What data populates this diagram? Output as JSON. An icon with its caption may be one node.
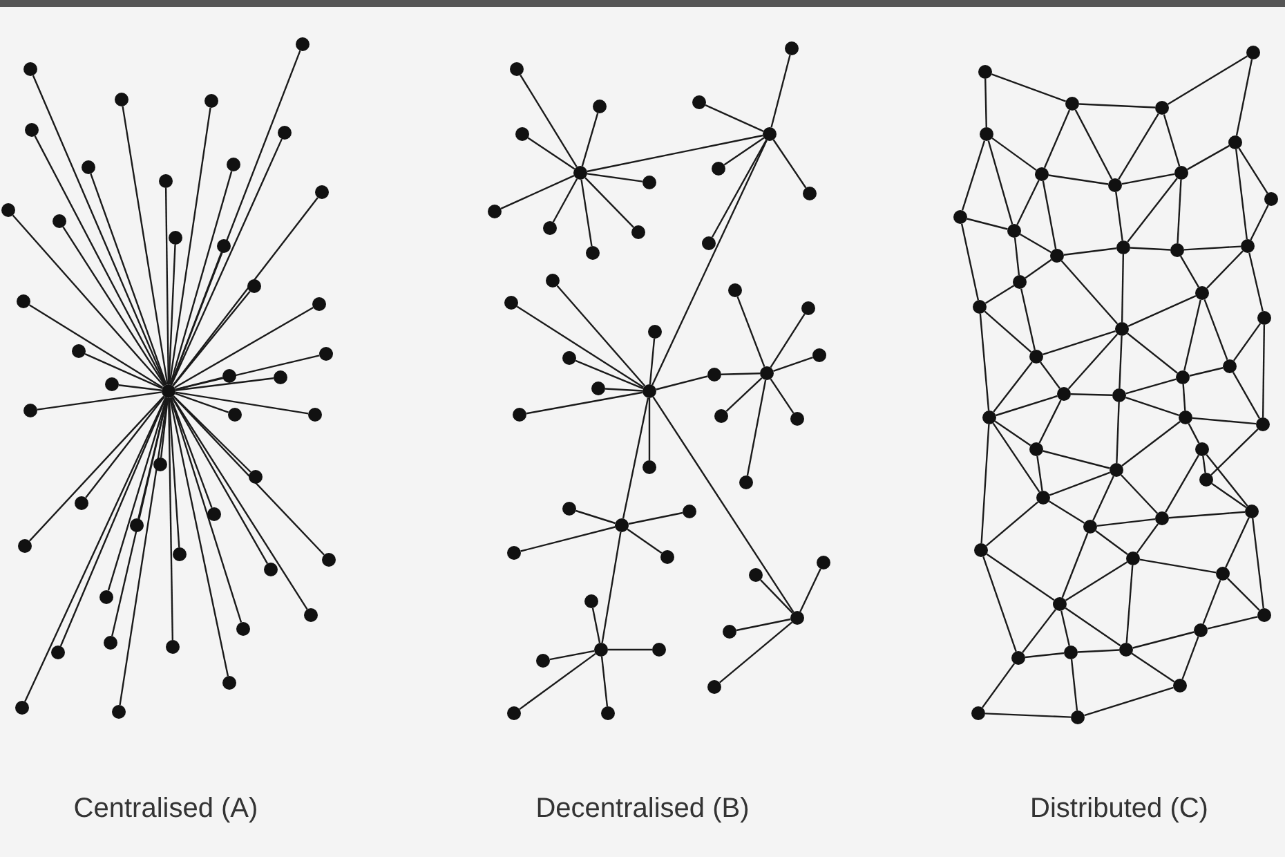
{
  "diagram": {
    "nodes": [
      {
        "text": [],
        "shape": "circle"
      },
      {
        "text": [],
        "shape": "circle"
      },
      {
        "text": [],
        "shape": "circle"
      },
      {
        "text": [],
        "shape": "circle"
      },
      {
        "text": [],
        "shape": "circle"
      },
      {
        "text": [],
        "shape": "circle"
      },
      {
        "text": [],
        "shape": "circle"
      },
      {
        "text": [],
        "shape": "circle"
      },
      {
        "text": [],
        "shape": "circle"
      },
      {
        "text": [],
        "shape": "circle"
      },
      {
        "text": [],
        "shape": "circle"
      },
      {
        "text": [],
        "shape": "circle"
      },
      {
        "text": [],
        "shape": "circle"
      },
      {
        "text": [],
        "shape": "circle"
      },
      {
        "text": [],
        "shape": "circle"
      },
      {
        "text": [],
        "shape": "circle"
      },
      {
        "text": [],
        "shape": "circle"
      },
      {
        "text": [],
        "shape": "circle"
      },
      {
        "text": [],
        "shape": "circle"
      },
      {
        "text": [],
        "shape": "circle"
      },
      {
        "text": [],
        "shape": "circle"
      },
      {
        "text": [],
        "shape": "circle"
      },
      {
        "text": [],
        "shape": "circle"
      },
      {
        "text": [],
        "shape": "circle"
      },
      {
        "text": [],
        "shape": "circle"
      },
      {
        "text": [],
        "shape": "circle"
      },
      {
        "text": [],
        "shape": "circle"
      },
      {
        "text": [],
        "shape": "circle"
      },
      {
        "text": [],
        "shape": "circle"
      },
      {
        "text": [],
        "shape": "circle"
      },
      {
        "text": [],
        "shape": "circle"
      },
      {
        "text": [],
        "shape": "circle"
      },
      {
        "text": [],
        "shape": "circle"
      },
      {
        "text": [],
        "shape": "circle"
      },
      {
        "text": [],
        "shape": "circle"
      },
      {
        "text": [],
        "shape": "circle"
      },
      {
        "text": [],
        "shape": "circle"
      },
      {
        "text": [],
        "shape": "circle"
      },
      {
        "text": [],
        "shape": "circle"
      },
      {
        "text": [],
        "shape": "circle"
      },
      {
        "text": [],
        "shape": "circle"
      },
      {
        "text": [],
        "shape": "circle"
      },
      {
        "text": [],
        "shape": "circle"
      },
      {
        "text": [],
        "shape": "circle"
      },
      {
        "text": [],
        "shape": "circle"
      },
      {
        "text": [],
        "shape": "circle"
      },
      {
        "text": [],
        "shape": "circle"
      },
      {
        "text": [],
        "shape": "circle"
      },
      {
        "text": [],
        "shape": "circle"
      },
      {
        "text": [],
        "shape": "circle"
      },
      {
        "text": [],
        "shape": "circle"
      },
      {
        "text": [],
        "shape": "circle"
      },
      {
        "text": [],
        "shape": "circle"
      },
      {
        "text": [],
        "shape": "circle"
      },
      {
        "text": [],
        "shape": "circle"
      },
      {
        "text": [],
        "shape": "circle"
      },
      {
        "text": [],
        "shape": "circle"
      },
      {
        "text": [],
        "shape": "circle"
      },
      {
        "text": [],
        "shape": "circle"
      },
      {
        "text": [],
        "shape": "circle"
      },
      {
        "text": [],
        "shape": "circle"
      },
      {
        "text": [],
        "shape": "circle"
      },
      {
        "text": [],
        "shape": "circle"
      },
      {
        "text": [],
        "shape": "circle"
      },
      {
        "text": [],
        "shape": "circle"
      },
      {
        "text": [],
        "shape": "circle"
      },
      {
        "text": [],
        "shape": "circle"
      },
      {
        "text": [],
        "shape": "circle"
      },
      {
        "text": [],
        "shape": "circle"
      },
      {
        "text": [],
        "shape": "circle"
      },
      {
        "text": [],
        "shape": "circle"
      },
      {
        "text": [],
        "shape": "circle"
      },
      {
        "text": [],
        "shape": "circle"
      },
      {
        "text": [],
        "shape": "circle"
      },
      {
        "text": [],
        "shape": "circle"
      },
      {
        "text": [],
        "shape": "circle"
      },
      {
        "text": [],
        "shape": "circle"
      },
      {
        "text": [],
        "shape": "circle"
      },
      {
        "text": [],
        "shape": "circle"
      },
      {
        "text": [],
        "shape": "circle"
      },
      {
        "text": [],
        "shape": "circle"
      },
      {
        "text": [],
        "shape": "circle"
      },
      {
        "text": [],
        "shape": "circle"
      },
      {
        "text": [],
        "shape": "circle"
      },
      {
        "text": [],
        "shape": "circle"
      },
      {
        "text": [],
        "shape": "circle"
      },
      {
        "text": [],
        "shape": "circle"
      },
      {
        "text": [],
        "shape": "circle"
      },
      {
        "text": [],
        "shape": "circle"
      },
      {
        "text": [],
        "shape": "circle"
      },
      {
        "text": [],
        "shape": "circle"
      },
      {
        "text": [],
        "shape": "circle"
      },
      {
        "text": [],
        "shape": "circle"
      },
      {
        "text": [],
        "shape": "circle"
      },
      {
        "text": [],
        "shape": "circle"
      },
      {
        "text": [],
        "shape": "circle"
      },
      {
        "text": [],
        "shape": "circle"
      },
      {
        "text": [],
        "shape": "circle"
      },
      {
        "text": [],
        "shape": "circle"
      },
      {
        "text": [],
        "shape": "circle"
      },
      {
        "text": [],
        "shape": "circle"
      },
      {
        "text": [],
        "shape": "circle"
      },
      {
        "text": [],
        "shape": "circle"
      },
      {
        "text": [],
        "shape": "circle"
      },
      {
        "text": [],
        "shape": "circle"
      },
      {
        "text": [],
        "shape": "circle"
      },
      {
        "text": [],
        "shape": "circle"
      },
      {
        "text": [],
        "shape": "circle"
      },
      {
        "text": [],
        "shape": "circle"
      },
      {
        "text": [],
        "shape": "circle"
      },
      {
        "text": [],
        "shape": "circle"
      },
      {
        "text": [],
        "shape": "circle"
      },
      {
        "text": [],
        "shape": "circle"
      },
      {
        "text": [],
        "shape": "circle"
      },
      {
        "text": [],
        "shape": "circle"
      },
      {
        "text": [],
        "shape": "circle"
      },
      {
        "text": [],
        "shape": "circle"
      },
      {
        "text": [],
        "shape": "circle"
      },
      {
        "text": [],
        "shape": "circle"
      },
      {
        "text": [],
        "shape": "circle"
      },
      {
        "text": [],
        "shape": "circle"
      },
      {
        "text": [],
        "shape": "circle"
      },
      {
        "text": [],
        "shape": "circle"
      },
      {
        "text": [],
        "shape": "circle"
      },
      {
        "text": [],
        "shape": "circle"
      },
      {
        "text": [],
        "shape": "circle"
      },
      {
        "text": [],
        "shape": "circle"
      },
      {
        "text": [],
        "shape": "circle"
      },
      {
        "text": [],
        "shape": "circle"
      },
      {
        "text": [],
        "shape": "circle"
      },
      {
        "text": [],
        "shape": "circle"
      },
      {
        "text": [],
        "shape": "circle"
      },
      {
        "text": [],
        "shape": "circle"
      },
      {
        "text": [],
        "shape": "circle"
      },
      {
        "text": [],
        "shape": "circle"
      },
      {
        "text": [],
        "shape": "circle"
      },
      {
        "text": [],
        "shape": "circle"
      },
      {
        "text": [],
        "shape": "circle"
      },
      {
        "text": [],
        "shape": "circle"
      },
      {
        "text": [],
        "shape": "circle"
      }
    ],
    "edges": [
      {
        "from": 0,
        "to": 1,
        "arrow": "none"
      },
      {
        "from": 0,
        "to": 2,
        "arrow": "none"
      },
      {
        "from": 0,
        "to": 3,
        "arrow": "none"
      },
      {
        "from": 0,
        "to": 4,
        "arrow": "none"
      },
      {
        "from": 0,
        "to": 5,
        "arrow": "none"
      },
      {
        "from": 0,
        "to": 6,
        "arrow": "none"
      },
      {
        "from": 0,
        "to": 7,
        "arrow": "none"
      },
      {
        "from": 0,
        "to": 8,
        "arrow": "none"
      },
      {
        "from": 0,
        "to": 9,
        "arrow": "none"
      },
      {
        "from": 0,
        "to": 10,
        "arrow": "none"
      },
      {
        "from": 0,
        "to": 11,
        "arrow": "none"
      },
      {
        "from": 0,
        "to": 12,
        "arrow": "none"
      },
      {
        "from": 0,
        "to": 13,
        "arrow": "none"
      },
      {
        "from": 0,
        "to": 14,
        "arrow": "none"
      },
      {
        "from": 0,
        "to": 15,
        "arrow": "none"
      },
      {
        "from": 0,
        "to": 16,
        "arrow": "none"
      },
      {
        "from": 0,
        "to": 17,
        "arrow": "none"
      },
      {
        "from": 0,
        "to": 18,
        "arrow": "none"
      },
      {
        "from": 0,
        "to": 19,
        "arrow": "none"
      },
      {
        "from": 0,
        "to": 20,
        "arrow": "none"
      },
      {
        "from": 0,
        "to": 21,
        "arrow": "none"
      },
      {
        "from": 0,
        "to": 22,
        "arrow": "none"
      },
      {
        "from": 0,
        "to": 23,
        "arrow": "none"
      },
      {
        "from": 0,
        "to": 24,
        "arrow": "none"
      },
      {
        "from": 0,
        "to": 25,
        "arrow": "none"
      },
      {
        "from": 0,
        "to": 26,
        "arrow": "none"
      },
      {
        "from": 0,
        "to": 27,
        "arrow": "none"
      },
      {
        "from": 0,
        "to": 28,
        "arrow": "none"
      },
      {
        "from": 0,
        "to": 29,
        "arrow": "none"
      },
      {
        "from": 0,
        "to": 30,
        "arrow": "none"
      },
      {
        "from": 0,
        "to": 31,
        "arrow": "none"
      },
      {
        "from": 0,
        "to": 32,
        "arrow": "none"
      },
      {
        "from": 0,
        "to": 33,
        "arrow": "none"
      },
      {
        "from": 0,
        "to": 34,
        "arrow": "none"
      },
      {
        "from": 0,
        "to": 35,
        "arrow": "none"
      },
      {
        "from": 0,
        "to": 36,
        "arrow": "none"
      },
      {
        "from": 0,
        "to": 37,
        "arrow": "none"
      },
      {
        "from": 0,
        "to": 38,
        "arrow": "none"
      },
      {
        "from": 0,
        "to": 39,
        "arrow": "none"
      },
      {
        "from": 0,
        "to": 40,
        "arrow": "none"
      },
      {
        "from": 0,
        "to": 41,
        "arrow": "none"
      },
      {
        "from": 0,
        "to": 42,
        "arrow": "none"
      },
      {
        "from": 0,
        "to": 43,
        "arrow": "none"
      },
      {
        "from": 44,
        "to": 45,
        "arrow": "none"
      },
      {
        "from": 45,
        "to": 46,
        "arrow": "none"
      },
      {
        "from": 46,
        "to": 74,
        "arrow": "none"
      },
      {
        "from": 74,
        "to": 47,
        "arrow": "none"
      },
      {
        "from": 46,
        "to": 48,
        "arrow": "none"
      },
      {
        "from": 48,
        "to": 49,
        "arrow": "none"
      },
      {
        "from": 46,
        "to": 50,
        "arrow": "none"
      },
      {
        "from": 44,
        "to": 51,
        "arrow": "none"
      },
      {
        "from": 44,
        "to": 52,
        "arrow": "none"
      },
      {
        "from": 44,
        "to": 53,
        "arrow": "none"
      },
      {
        "from": 44,
        "to": 54,
        "arrow": "none"
      },
      {
        "from": 44,
        "to": 55,
        "arrow": "none"
      },
      {
        "from": 44,
        "to": 56,
        "arrow": "none"
      },
      {
        "from": 44,
        "to": 57,
        "arrow": "none"
      },
      {
        "from": 44,
        "to": 58,
        "arrow": "none"
      },
      {
        "from": 45,
        "to": 59,
        "arrow": "none"
      },
      {
        "from": 45,
        "to": 60,
        "arrow": "none"
      },
      {
        "from": 45,
        "to": 61,
        "arrow": "none"
      },
      {
        "from": 45,
        "to": 62,
        "arrow": "none"
      },
      {
        "from": 45,
        "to": 63,
        "arrow": "none"
      },
      {
        "from": 46,
        "to": 64,
        "arrow": "none"
      },
      {
        "from": 46,
        "to": 65,
        "arrow": "none"
      },
      {
        "from": 46,
        "to": 66,
        "arrow": "none"
      },
      {
        "from": 46,
        "to": 67,
        "arrow": "none"
      },
      {
        "from": 46,
        "to": 68,
        "arrow": "none"
      },
      {
        "from": 46,
        "to": 69,
        "arrow": "none"
      },
      {
        "from": 46,
        "to": 70,
        "arrow": "none"
      },
      {
        "from": 47,
        "to": 71,
        "arrow": "none"
      },
      {
        "from": 47,
        "to": 72,
        "arrow": "none"
      },
      {
        "from": 47,
        "to": 73,
        "arrow": "none"
      },
      {
        "from": 47,
        "to": 75,
        "arrow": "none"
      },
      {
        "from": 47,
        "to": 76,
        "arrow": "none"
      },
      {
        "from": 47,
        "to": 77,
        "arrow": "none"
      },
      {
        "from": 48,
        "to": 78,
        "arrow": "none"
      },
      {
        "from": 48,
        "to": 79,
        "arrow": "none"
      },
      {
        "from": 48,
        "to": 80,
        "arrow": "none"
      },
      {
        "from": 48,
        "to": 81,
        "arrow": "none"
      },
      {
        "from": 49,
        "to": 82,
        "arrow": "none"
      },
      {
        "from": 49,
        "to": 83,
        "arrow": "none"
      },
      {
        "from": 49,
        "to": 84,
        "arrow": "none"
      },
      {
        "from": 49,
        "to": 85,
        "arrow": "none"
      },
      {
        "from": 49,
        "to": 86,
        "arrow": "none"
      },
      {
        "from": 50,
        "to": 87,
        "arrow": "none"
      },
      {
        "from": 50,
        "to": 88,
        "arrow": "none"
      },
      {
        "from": 50,
        "to": 89,
        "arrow": "none"
      },
      {
        "from": 50,
        "to": 90,
        "arrow": "none"
      },
      {
        "from": 91,
        "to": 92,
        "arrow": "none"
      },
      {
        "from": 92,
        "to": 93,
        "arrow": "none"
      },
      {
        "from": 93,
        "to": 94,
        "arrow": "none"
      },
      {
        "from": 91,
        "to": 95,
        "arrow": "none"
      },
      {
        "from": 92,
        "to": 97,
        "arrow": "none"
      },
      {
        "from": 92,
        "to": 98,
        "arrow": "none"
      },
      {
        "from": 93,
        "to": 98,
        "arrow": "none"
      },
      {
        "from": 93,
        "to": 99,
        "arrow": "none"
      },
      {
        "from": 94,
        "to": 96,
        "arrow": "none"
      },
      {
        "from": 95,
        "to": 97,
        "arrow": "none"
      },
      {
        "from": 95,
        "to": 101,
        "arrow": "none"
      },
      {
        "from": 95,
        "to": 102,
        "arrow": "none"
      },
      {
        "from": 97,
        "to": 98,
        "arrow": "none"
      },
      {
        "from": 98,
        "to": 99,
        "arrow": "none"
      },
      {
        "from": 99,
        "to": 96,
        "arrow": "none"
      },
      {
        "from": 96,
        "to": 100,
        "arrow": "none"
      },
      {
        "from": 97,
        "to": 102,
        "arrow": "none"
      },
      {
        "from": 97,
        "to": 103,
        "arrow": "none"
      },
      {
        "from": 98,
        "to": 104,
        "arrow": "none"
      },
      {
        "from": 99,
        "to": 104,
        "arrow": "none"
      },
      {
        "from": 99,
        "to": 105,
        "arrow": "none"
      },
      {
        "from": 100,
        "to": 106,
        "arrow": "none"
      },
      {
        "from": 101,
        "to": 102,
        "arrow": "none"
      },
      {
        "from": 101,
        "to": 108,
        "arrow": "none"
      },
      {
        "from": 102,
        "to": 103,
        "arrow": "none"
      },
      {
        "from": 102,
        "to": 107,
        "arrow": "none"
      },
      {
        "from": 103,
        "to": 104,
        "arrow": "none"
      },
      {
        "from": 104,
        "to": 105,
        "arrow": "none"
      },
      {
        "from": 105,
        "to": 106,
        "arrow": "none"
      },
      {
        "from": 105,
        "to": 109,
        "arrow": "none"
      },
      {
        "from": 106,
        "to": 109,
        "arrow": "none"
      },
      {
        "from": 106,
        "to": 112,
        "arrow": "none"
      },
      {
        "from": 96,
        "to": 106,
        "arrow": "none"
      },
      {
        "from": 103,
        "to": 107,
        "arrow": "none"
      },
      {
        "from": 107,
        "to": 108,
        "arrow": "none"
      },
      {
        "from": 107,
        "to": 110,
        "arrow": "none"
      },
      {
        "from": 103,
        "to": 111,
        "arrow": "none"
      },
      {
        "from": 104,
        "to": 111,
        "arrow": "none"
      },
      {
        "from": 111,
        "to": 109,
        "arrow": "none"
      },
      {
        "from": 108,
        "to": 110,
        "arrow": "none"
      },
      {
        "from": 108,
        "to": 117,
        "arrow": "none"
      },
      {
        "from": 110,
        "to": 111,
        "arrow": "none"
      },
      {
        "from": 110,
        "to": 113,
        "arrow": "none"
      },
      {
        "from": 111,
        "to": 113,
        "arrow": "none"
      },
      {
        "from": 111,
        "to": 114,
        "arrow": "none"
      },
      {
        "from": 111,
        "to": 115,
        "arrow": "none"
      },
      {
        "from": 109,
        "to": 115,
        "arrow": "none"
      },
      {
        "from": 109,
        "to": 116,
        "arrow": "none"
      },
      {
        "from": 112,
        "to": 116,
        "arrow": "none"
      },
      {
        "from": 112,
        "to": 119,
        "arrow": "none"
      },
      {
        "from": 115,
        "to": 116,
        "arrow": "none"
      },
      {
        "from": 115,
        "to": 118,
        "arrow": "none"
      },
      {
        "from": 116,
        "to": 119,
        "arrow": "none"
      },
      {
        "from": 113,
        "to": 114,
        "arrow": "none"
      },
      {
        "from": 114,
        "to": 115,
        "arrow": "none"
      },
      {
        "from": 110,
        "to": 117,
        "arrow": "none"
      },
      {
        "from": 113,
        "to": 117,
        "arrow": "none"
      },
      {
        "from": 113,
        "to": 120,
        "arrow": "none"
      },
      {
        "from": 114,
        "to": 121,
        "arrow": "none"
      },
      {
        "from": 114,
        "to": 118,
        "arrow": "none"
      },
      {
        "from": 118,
        "to": 119,
        "arrow": "none"
      },
      {
        "from": 118,
        "to": 122,
        "arrow": "none"
      },
      {
        "from": 119,
        "to": 123,
        "arrow": "none"
      },
      {
        "from": 117,
        "to": 120,
        "arrow": "none"
      },
      {
        "from": 117,
        "to": 124,
        "arrow": "none"
      },
      {
        "from": 120,
        "to": 124,
        "arrow": "none"
      },
      {
        "from": 120,
        "to": 121,
        "arrow": "none"
      },
      {
        "from": 121,
        "to": 124,
        "arrow": "none"
      },
      {
        "from": 121,
        "to": 125,
        "arrow": "none"
      },
      {
        "from": 121,
        "to": 126,
        "arrow": "none"
      },
      {
        "from": 122,
        "to": 123,
        "arrow": "none"
      },
      {
        "from": 122,
        "to": 126,
        "arrow": "none"
      },
      {
        "from": 122,
        "to": 127,
        "arrow": "none"
      },
      {
        "from": 123,
        "to": 127,
        "arrow": "none"
      },
      {
        "from": 118,
        "to": 121,
        "arrow": "none"
      },
      {
        "from": 124,
        "to": 125,
        "arrow": "none"
      },
      {
        "from": 124,
        "to": 128,
        "arrow": "none"
      },
      {
        "from": 125,
        "to": 126,
        "arrow": "none"
      },
      {
        "from": 125,
        "to": 129,
        "arrow": "none"
      },
      {
        "from": 126,
        "to": 129,
        "arrow": "none"
      },
      {
        "from": 126,
        "to": 127,
        "arrow": "none"
      },
      {
        "from": 127,
        "to": 130,
        "arrow": "none"
      },
      {
        "from": 127,
        "to": 133,
        "arrow": "none"
      },
      {
        "from": 117,
        "to": 128,
        "arrow": "none"
      },
      {
        "from": 128,
        "to": 131,
        "arrow": "none"
      },
      {
        "from": 128,
        "to": 134,
        "arrow": "none"
      },
      {
        "from": 125,
        "to": 131,
        "arrow": "none"
      },
      {
        "from": 129,
        "to": 131,
        "arrow": "none"
      },
      {
        "from": 129,
        "to": 136,
        "arrow": "none"
      },
      {
        "from": 129,
        "to": 130,
        "arrow": "none"
      },
      {
        "from": 130,
        "to": 132,
        "arrow": "none"
      },
      {
        "from": 130,
        "to": 133,
        "arrow": "none"
      },
      {
        "from": 132,
        "to": 133,
        "arrow": "none"
      },
      {
        "from": 131,
        "to": 134,
        "arrow": "none"
      },
      {
        "from": 131,
        "to": 135,
        "arrow": "none"
      },
      {
        "from": 135,
        "to": 136,
        "arrow": "none"
      },
      {
        "from": 136,
        "to": 132,
        "arrow": "none"
      },
      {
        "from": 132,
        "to": 137,
        "arrow": "none"
      },
      {
        "from": 136,
        "to": 137,
        "arrow": "none"
      },
      {
        "from": 134,
        "to": 138,
        "arrow": "none"
      },
      {
        "from": 135,
        "to": 139,
        "arrow": "none"
      },
      {
        "from": 134,
        "to": 135,
        "arrow": "none"
      },
      {
        "from": 138,
        "to": 139,
        "arrow": "none"
      },
      {
        "from": 139,
        "to": 137,
        "arrow": "none"
      },
      {
        "from": 131,
        "to": 136,
        "arrow": "none"
      }
    ],
    "labels": [
      "Centralised (A)",
      "Decentralised (B)",
      "Distributed (C)"
    ]
  }
}
